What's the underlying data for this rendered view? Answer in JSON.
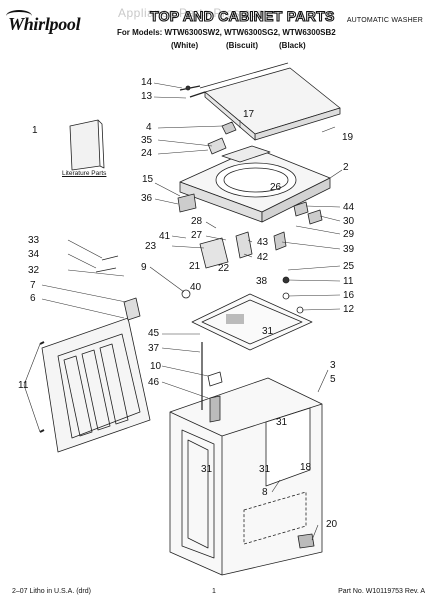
{
  "header": {
    "brand": "Whirlpool",
    "watermark": "Appliance Parts Pros.com",
    "title": "TOP AND CABINET PARTS",
    "doc_type": "AUTOMATIC WASHER",
    "models_line": "For Models: WTW6300SW2, WTW6300SG2, WTW6300SB2",
    "colors": [
      "(White)",
      "(Biscuit)",
      "(Black)"
    ]
  },
  "literature_label": "Literature Parts",
  "callouts": {
    "n1": "1",
    "n2": "2",
    "n3": "3",
    "n4": "4",
    "n5": "5",
    "n6": "6",
    "n7": "7",
    "n8": "8",
    "n9": "9",
    "n10": "10",
    "n11a": "11",
    "n11b": "11",
    "n12": "12",
    "n13": "13",
    "n14": "14",
    "n15": "15",
    "n16": "16",
    "n17": "17",
    "n18": "18",
    "n19": "19",
    "n20": "20",
    "n21": "21",
    "n22": "22",
    "n23": "23",
    "n24": "24",
    "n25": "25",
    "n26": "26",
    "n27": "27",
    "n28": "28",
    "n29": "29",
    "n30": "30",
    "n31a": "31",
    "n31b": "31",
    "n31c": "31",
    "n31d": "31",
    "n32": "32",
    "n33": "33",
    "n34": "34",
    "n35": "35",
    "n36": "36",
    "n37": "37",
    "n38": "38",
    "n39": "39",
    "n40": "40",
    "n41": "41",
    "n42": "42",
    "n43": "43",
    "n44": "44",
    "n45": "45",
    "n46": "46"
  },
  "footer": {
    "left": "2–07 Litho in U.S.A. (drd)",
    "page_number": "1",
    "part_number": "Part No. W10119753 Rev. A"
  }
}
